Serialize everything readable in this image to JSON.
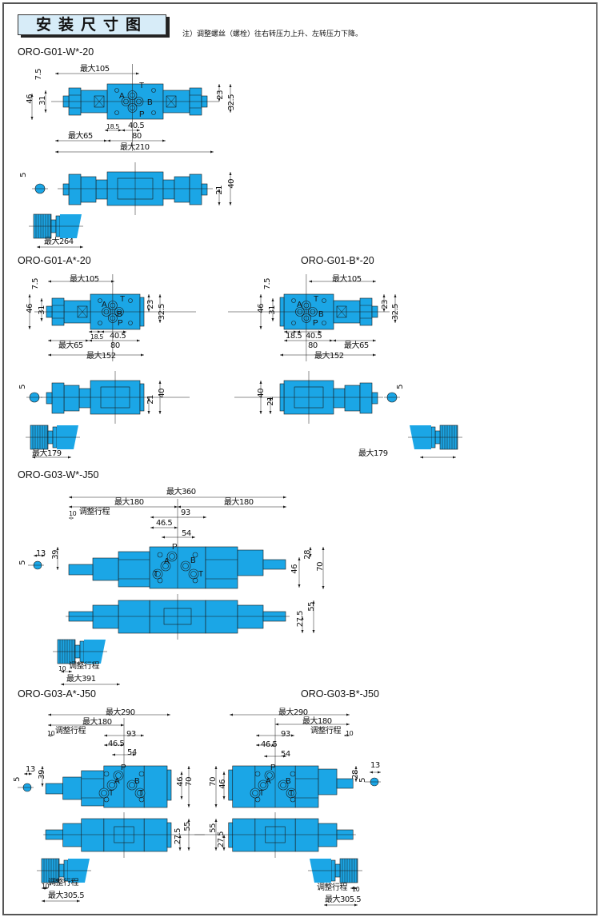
{
  "header": {
    "title": "安装尺寸图",
    "note": "注）调整螺丝（螺栓）往右转压力上升、左转压力下降。"
  },
  "colors": {
    "body": "#1ba6e6",
    "header_bg": "#d7ecf8",
    "line": "#1a1a1a"
  },
  "diagrams": [
    {
      "model": "ORO-G01-W*-20",
      "ports": [
        "A",
        "B",
        "T",
        "P"
      ],
      "dims": [
        "最大105",
        "7.5",
        "46",
        "31",
        "23",
        "32.5",
        "18.5",
        "40.5",
        "最大65",
        "80",
        "最大210",
        "5",
        "21",
        "40",
        "最大264"
      ]
    },
    {
      "model": "ORO-G01-A*-20",
      "ports": [
        "A",
        "B",
        "T",
        "P"
      ],
      "dims": [
        "最大105",
        "7.5",
        "46",
        "31",
        "23",
        "32.5",
        "18.5",
        "40.5",
        "最大65",
        "80",
        "最大152",
        "5",
        "21",
        "40",
        "最大179"
      ]
    },
    {
      "model": "ORO-G01-B*-20",
      "ports": [
        "A",
        "B",
        "T",
        "P"
      ],
      "dims": [
        "最大105",
        "7.5",
        "46",
        "31",
        "23",
        "32.5",
        "18.5",
        "40.5",
        "80",
        "最大65",
        "最大152",
        "40",
        "21",
        "5",
        "最大179"
      ]
    },
    {
      "model": "ORO-G03-W*-J50",
      "ports": [
        "P",
        "A",
        "B",
        "T",
        "T"
      ],
      "dims": [
        "最大360",
        "最大180",
        "最大180",
        "10",
        "调整行程",
        "93",
        "46.5",
        "54",
        "13",
        "5",
        "39",
        "28",
        "46",
        "70",
        "27.5",
        "55",
        "10",
        "调整行程",
        "最大391"
      ]
    },
    {
      "model": "ORO-G03-A*-J50",
      "ports": [
        "P",
        "A",
        "B",
        "T",
        "T"
      ],
      "dims": [
        "最大290",
        "最大180",
        "10",
        "调整行程",
        "93",
        "46.5",
        "54",
        "13",
        "5",
        "39",
        "46",
        "70",
        "27.5",
        "55",
        "10",
        "调整行程",
        "最大305.5"
      ]
    },
    {
      "model": "ORO-G03-B*-J50",
      "ports": [
        "P",
        "A",
        "B",
        "T",
        "T"
      ],
      "dims": [
        "最大290",
        "最大180",
        "调整行程",
        "10",
        "93",
        "46.5",
        "54",
        "70",
        "46",
        "28",
        "5",
        "13",
        "55",
        "27.5",
        "调整行程",
        "10",
        "最大305.5"
      ]
    }
  ]
}
